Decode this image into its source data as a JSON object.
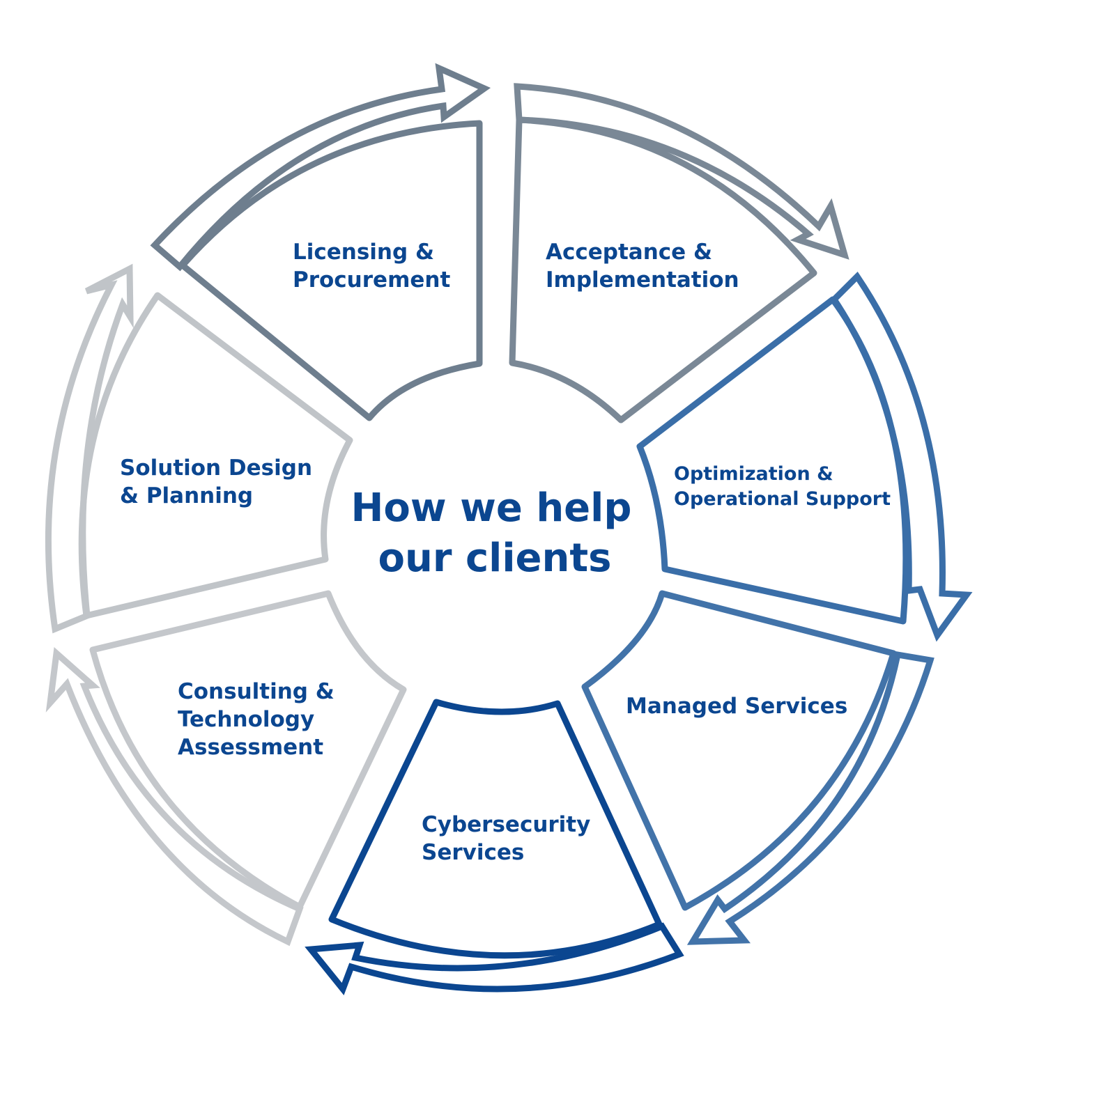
{
  "title": {
    "line1": "How we help",
    "line2": "our clients"
  },
  "segments": [
    {
      "key": "licensing",
      "lines": [
        "Licensing &",
        "Procurement"
      ],
      "color": "#6e7e8e"
    },
    {
      "key": "acceptance",
      "lines": [
        "Acceptance &",
        "Implementation"
      ],
      "color": "#7a8896"
    },
    {
      "key": "optimization",
      "lines": [
        "Optimization &",
        "Operational Support"
      ],
      "color": "#3a6ea8"
    },
    {
      "key": "managed",
      "lines": [
        "Managed Services"
      ],
      "color": "#4273a9"
    },
    {
      "key": "cybersecurity",
      "lines": [
        "Cybersecurity",
        "Services"
      ],
      "color": "#0b4690"
    },
    {
      "key": "consulting",
      "lines": [
        "Consulting &",
        "Technology",
        "Assessment"
      ],
      "color": "#c4c7cb"
    },
    {
      "key": "solution",
      "lines": [
        "Solution Design",
        "& Planning"
      ],
      "color": "#c0c4c8"
    }
  ],
  "colors": {
    "text": "#0b4690",
    "background": "#ffffff"
  }
}
